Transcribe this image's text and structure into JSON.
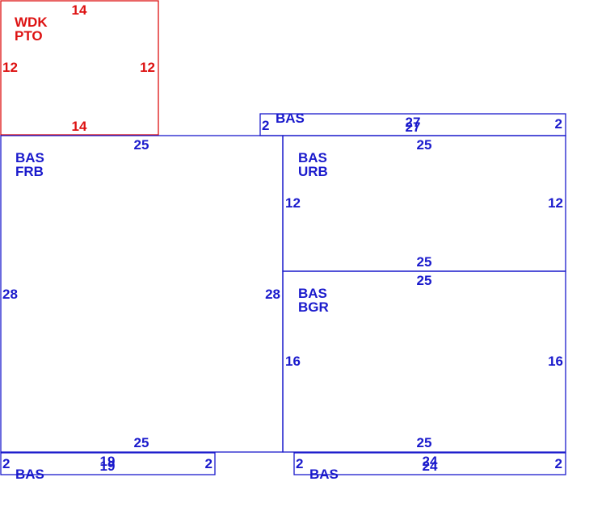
{
  "colors": {
    "blue": "#1a1acc",
    "red": "#dd1111"
  },
  "areas": [
    {
      "id": "wdk-pto",
      "color": "red",
      "labels": [
        "WDK",
        "PTO"
      ],
      "dims": [
        "14",
        "12",
        "12",
        "14"
      ]
    },
    {
      "id": "bas-top",
      "color": "blue",
      "labels": [
        "BAS"
      ],
      "dims": [
        "2",
        "27",
        "27",
        "2"
      ]
    },
    {
      "id": "bas-frb",
      "color": "blue",
      "labels": [
        "BAS",
        "FRB"
      ],
      "dims": [
        "25",
        "28",
        "28",
        "25"
      ]
    },
    {
      "id": "bas-urb",
      "color": "blue",
      "labels": [
        "BAS",
        "URB"
      ],
      "dims": [
        "25",
        "12",
        "12",
        "25"
      ]
    },
    {
      "id": "bas-bgr",
      "color": "blue",
      "labels": [
        "BAS",
        "BGR"
      ],
      "dims": [
        "25",
        "16",
        "16",
        "25"
      ]
    },
    {
      "id": "bas-bottom-left",
      "color": "blue",
      "labels": [
        "BAS"
      ],
      "dims": [
        "2",
        "19",
        "19",
        "2"
      ]
    },
    {
      "id": "bas-bottom-right",
      "color": "blue",
      "labels": [
        "BAS"
      ],
      "dims": [
        "2",
        "24",
        "24",
        "2"
      ]
    }
  ]
}
